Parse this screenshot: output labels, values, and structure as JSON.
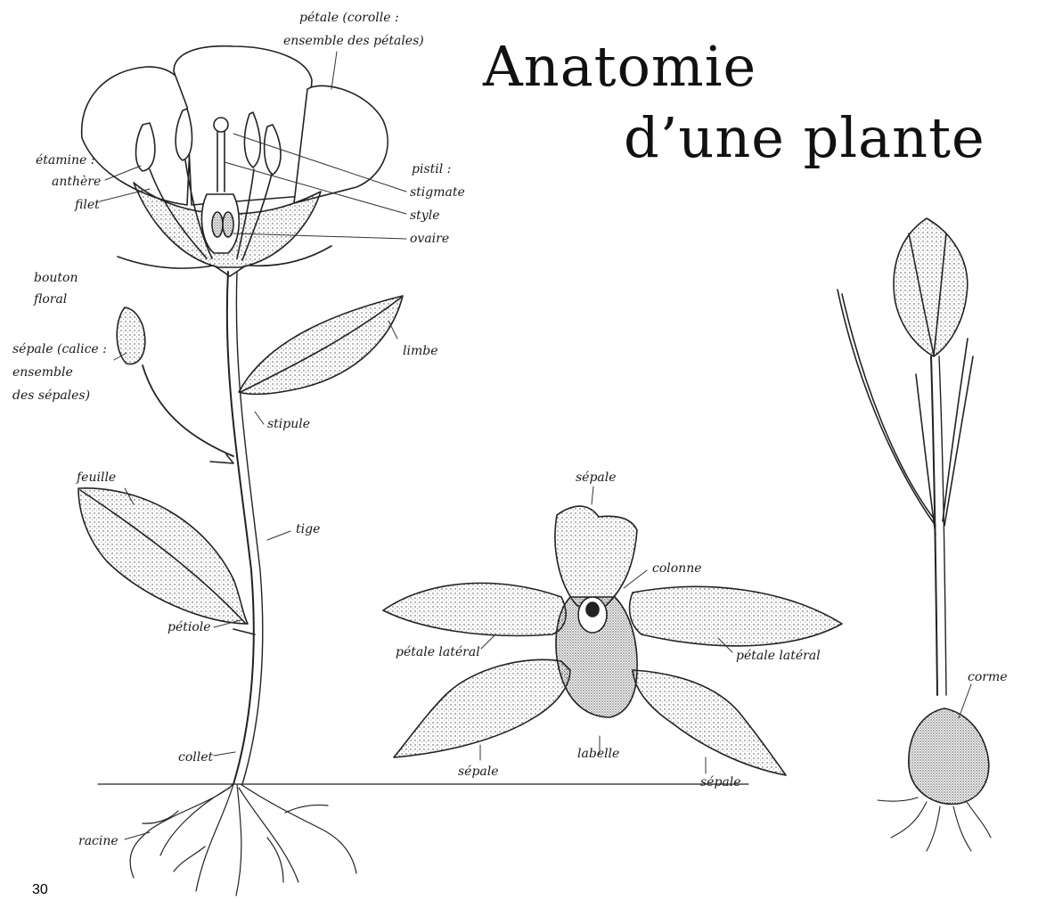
{
  "title": {
    "line1": "Anatomie",
    "line2": "d’une plante"
  },
  "page_number": "30",
  "labels": {
    "petale_corolle_1": "pétale (corolle :",
    "petale_corolle_2": "ensemble des pétales)",
    "etamine": "étamine :",
    "anthere": "anthère",
    "filet": "filet",
    "pistil": "pistil :",
    "stigmate": "stigmate",
    "style": "style",
    "ovaire": "ovaire",
    "bouton_1": "bouton",
    "bouton_2": "floral",
    "sepale_calice_1": "sépale (calice :",
    "sepale_calice_2": "ensemble",
    "sepale_calice_3": "des sépales)",
    "limbe": "limbe",
    "stipule": "stipule",
    "feuille": "feuille",
    "tige": "tige",
    "petiole": "pétiole",
    "collet": "collet",
    "racine": "racine",
    "orchid_sepale_top": "sépale",
    "colonne": "colonne",
    "petale_lateral_left": "pétale latéral",
    "petale_lateral_right": "pétale latéral",
    "orchid_sepale_left": "sépale",
    "labelle": "labelle",
    "orchid_sepale_right": "sépale",
    "corme": "corme"
  }
}
